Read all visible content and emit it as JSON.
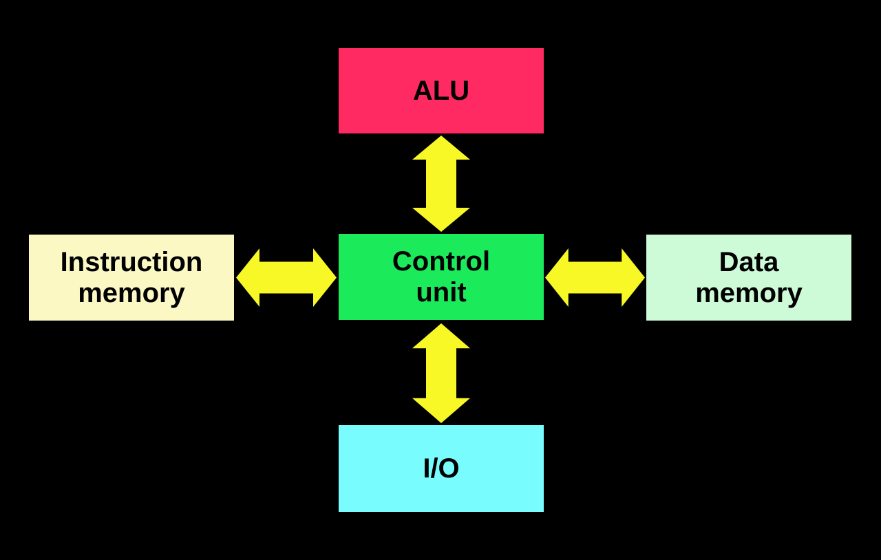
{
  "canvas": {
    "background": "#000000",
    "arrow_color": "#F8F826"
  },
  "nodes": {
    "alu": {
      "label": "ALU",
      "color": "#FF2A62"
    },
    "instruction_memory": {
      "line1": "Instruction",
      "line2": "memory",
      "color": "#FBF8C4"
    },
    "control_unit": {
      "line1": "Control",
      "line2": "unit",
      "color": "#1BEB5B"
    },
    "data_memory": {
      "line1": "Data",
      "line2": "memory",
      "color": "#CDFBD8"
    },
    "io": {
      "label": "I/O",
      "color": "#79FCFD"
    }
  },
  "connections": [
    {
      "from": "ALU",
      "to": "Control unit",
      "direction": "bidirectional"
    },
    {
      "from": "Instruction memory",
      "to": "Control unit",
      "direction": "bidirectional"
    },
    {
      "from": "Control unit",
      "to": "Data memory",
      "direction": "bidirectional"
    },
    {
      "from": "Control unit",
      "to": "I/O",
      "direction": "bidirectional"
    }
  ]
}
